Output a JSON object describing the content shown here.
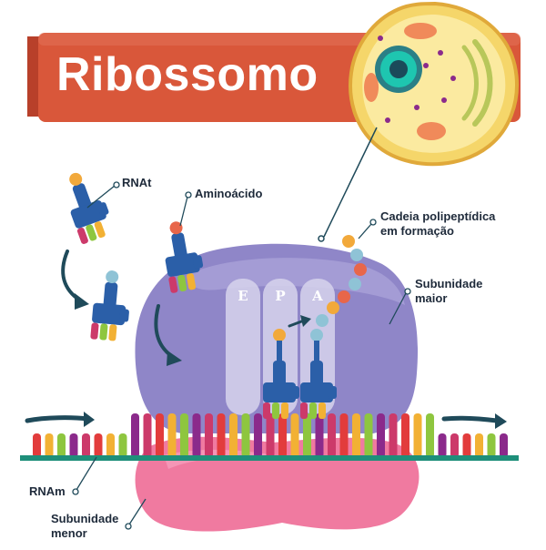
{
  "title": "Ribossomo",
  "sites": [
    "E",
    "P",
    "A"
  ],
  "labels": {
    "trna": "RNAt",
    "amino_acid": "Aminoácido",
    "chain_line1": "Cadeia polipeptídica",
    "chain_line2": "em formação",
    "large_subunit_line1": "Subunidade",
    "large_subunit_line2": "maior",
    "mrna": "RNAm",
    "small_subunit_line1": "Subunidade",
    "small_subunit_line2": "menor"
  },
  "colors": {
    "banner": "#d9573a",
    "large_subunit": "#8f86c8",
    "small_subunit": "#f07aa0",
    "trna": "#2b5fa8",
    "mrna_backbone": "#1e8f7a",
    "arrow": "#1f4a5a",
    "amino_orange": "#f2a93b",
    "amino_red": "#e8664a",
    "amino_blue": "#8fc3d6"
  },
  "codon_colors": [
    "#e23c3c",
    "#f2b134",
    "#8ec63f",
    "#8b2a8b",
    "#cc3a6a"
  ]
}
